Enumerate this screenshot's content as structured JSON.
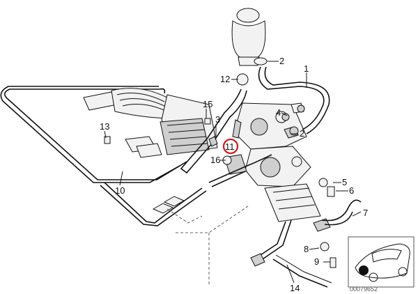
{
  "diagram": {
    "callouts": [
      {
        "id": "c1",
        "label": "1"
      },
      {
        "id": "c2a",
        "label": "2"
      },
      {
        "id": "c2b",
        "label": "2"
      },
      {
        "id": "c3",
        "label": "3"
      },
      {
        "id": "c4",
        "label": "4"
      },
      {
        "id": "c5",
        "label": "5"
      },
      {
        "id": "c6",
        "label": "6"
      },
      {
        "id": "c7",
        "label": "7"
      },
      {
        "id": "c8",
        "label": "8"
      },
      {
        "id": "c9",
        "label": "9"
      },
      {
        "id": "c10",
        "label": "10"
      },
      {
        "id": "c11",
        "label": "11",
        "highlighted": true
      },
      {
        "id": "c12",
        "label": "12"
      },
      {
        "id": "c13",
        "label": "13"
      },
      {
        "id": "c14",
        "label": "14"
      },
      {
        "id": "c15",
        "label": "15"
      },
      {
        "id": "c16",
        "label": "16"
      }
    ],
    "highlight_color": "#d01818",
    "doc_number": "00079652"
  }
}
